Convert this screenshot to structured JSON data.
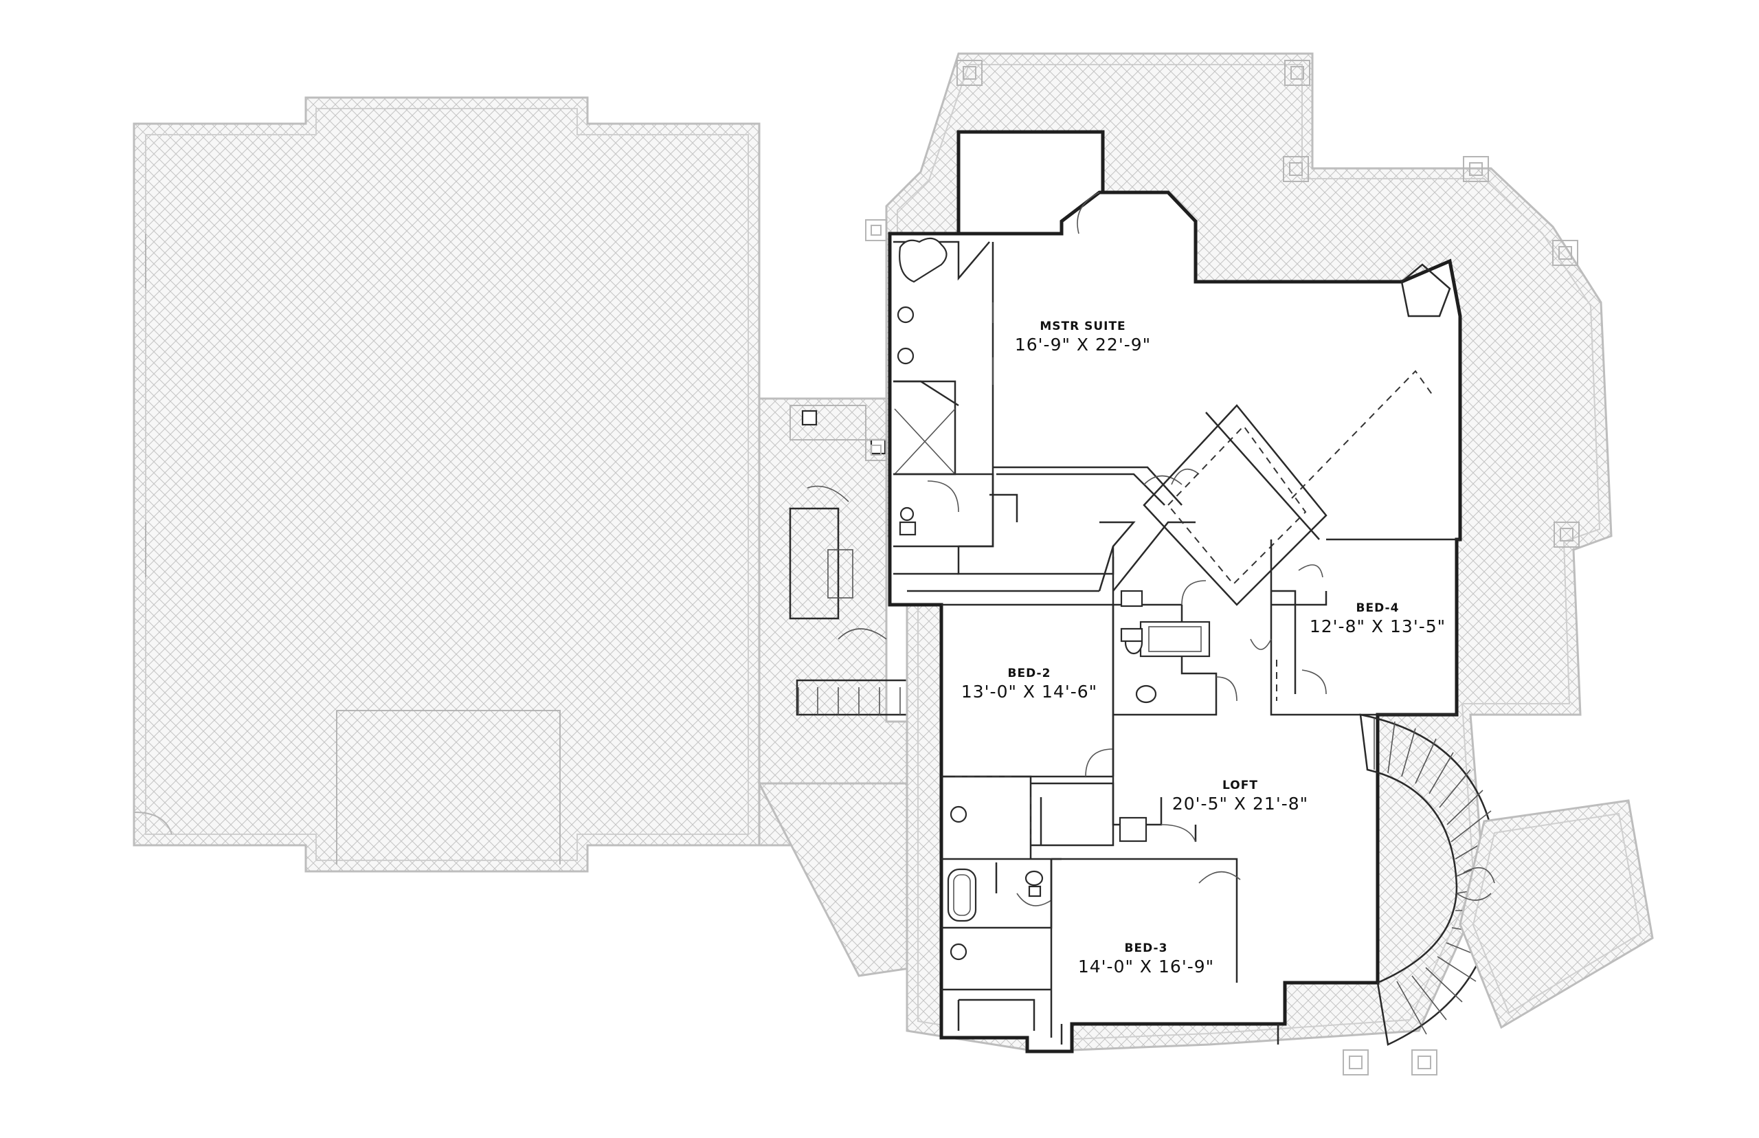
{
  "rooms": [
    {
      "name": "MSTR SUITE",
      "dims": "16'-9\" X 22'-9\""
    },
    {
      "name": "BED-4",
      "dims": "12'-8\" X 13'-5\""
    },
    {
      "name": "BED-2",
      "dims": "13'-0\" X 14'-6\""
    },
    {
      "name": "LOFT",
      "dims": "20'-5\" X 21'-8\""
    },
    {
      "name": "BED-3",
      "dims": "14'-0\" X 16'-9\""
    }
  ]
}
